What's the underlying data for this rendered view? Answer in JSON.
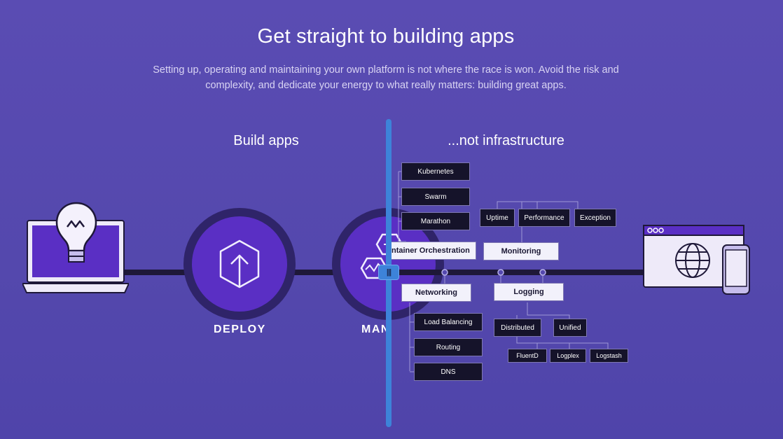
{
  "header": {
    "title": "Get straight to building apps",
    "subtitle": "Setting up, operating and maintaining your own platform is not where the race is won. Avoid the risk and complexity, and dedicate your energy to what really matters: building great apps."
  },
  "left": {
    "title": "Build apps",
    "steps": [
      "DEPLOY",
      "MAN"
    ]
  },
  "right": {
    "title": "...not infrastructure",
    "orchestration": {
      "label": "ntainer Orchestration",
      "items": [
        "Kubernetes",
        "Swarm",
        "Marathon"
      ]
    },
    "monitoring": {
      "label": "Monitoring",
      "items": [
        "Uptime",
        "Performance",
        "Exception"
      ]
    },
    "networking": {
      "label": "Networking",
      "items": [
        "Load Balancing",
        "Routing",
        "DNS"
      ]
    },
    "logging": {
      "label": "Logging",
      "items": [
        "Distributed",
        "Unified"
      ],
      "tools": [
        "FluentD",
        "Logplex",
        "Logstash"
      ]
    }
  },
  "slider": {
    "handle_glyph": "|||"
  },
  "colors": {
    "background": "#5448ad",
    "circle": "#5a2fc4",
    "divider": "#3d83d9",
    "dark_box": "#15132a"
  }
}
